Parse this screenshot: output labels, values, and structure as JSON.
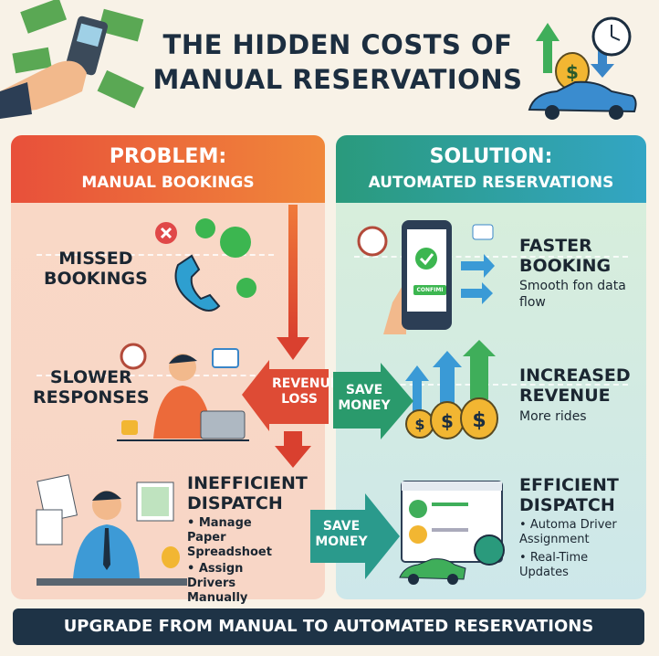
{
  "title": {
    "line1": "THE HIDDEN COSTS OF",
    "line2": "MANUAL RESERVATIONS"
  },
  "problem": {
    "heading": "PROBLEM:",
    "subheading": "MANUAL BOOKINGS",
    "items": [
      {
        "title_l1": "MISSED",
        "title_l2": "BOOKINGS"
      },
      {
        "title_l1": "SLOWER",
        "title_l2": "RESPONSES"
      },
      {
        "title_l1": "INEFFICIENT",
        "title_l2": "DISPATCH",
        "bullets": [
          "Manage Paper Spreadshoet",
          "Assign Drivers Manually"
        ]
      }
    ]
  },
  "solution": {
    "heading": "SOLUTION:",
    "subheading": "AUTOMATED RESERVATIONS",
    "items": [
      {
        "title_l1": "FASTER",
        "title_l2": "BOOKING",
        "desc": "Smooth fon data flow",
        "phone_button": "CONFIMI"
      },
      {
        "title_l1": "INCREASED",
        "title_l2": "REVENUE",
        "desc": "More rides"
      },
      {
        "title_l1": "EFFICIENT",
        "title_l2": "DISPATCH",
        "bullets": [
          "Automa Driver Assignment",
          "Real-Time Updates"
        ]
      }
    ]
  },
  "arrows": {
    "revenue_loss": "REVENUE LOSS",
    "save_money_1": "SAVE MONEY",
    "save_money_2": "SAVE MONEY"
  },
  "banner": "UPGRADE FROM MANUAL TO AUTOMATED RESERVATIONS",
  "colors": {
    "navy": "#1c2e40",
    "problem": "#e8503a",
    "solution": "#2a9a7c"
  }
}
